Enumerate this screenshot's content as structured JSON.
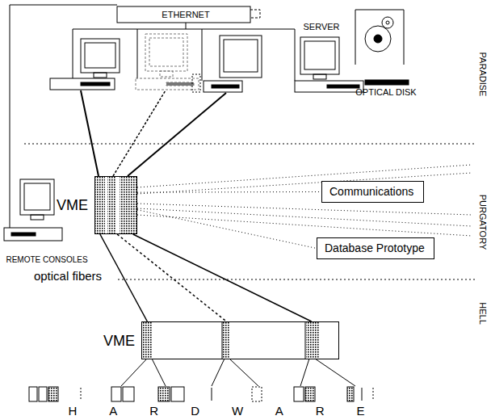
{
  "diagram": {
    "nodes": [
      {
        "text": [
          "VME"
        ]
      },
      {
        "text": [
          "Communications"
        ]
      },
      {
        "text": [
          "Database Prototype"
        ]
      },
      {
        "text": [
          "VME"
        ]
      }
    ],
    "edges": [
      {
        "from": 0,
        "to": 1,
        "arrow": "none"
      },
      {
        "from": 0,
        "to": 2,
        "arrow": "none"
      },
      {
        "from": 0,
        "to": 3,
        "arrow": "none"
      },
      {
        "from": 0,
        "to": 3,
        "arrow": "none"
      },
      {
        "from": 0,
        "to": 3,
        "arrow": "none"
      }
    ],
    "labels": [
      "ETHERNET",
      "PARADISE",
      "SERVER",
      "OPTICAL DISK",
      "PURGATORY",
      "REMOTE CONSOLES",
      "optical fibers",
      "HELL",
      "HARDWARE"
    ]
  }
}
